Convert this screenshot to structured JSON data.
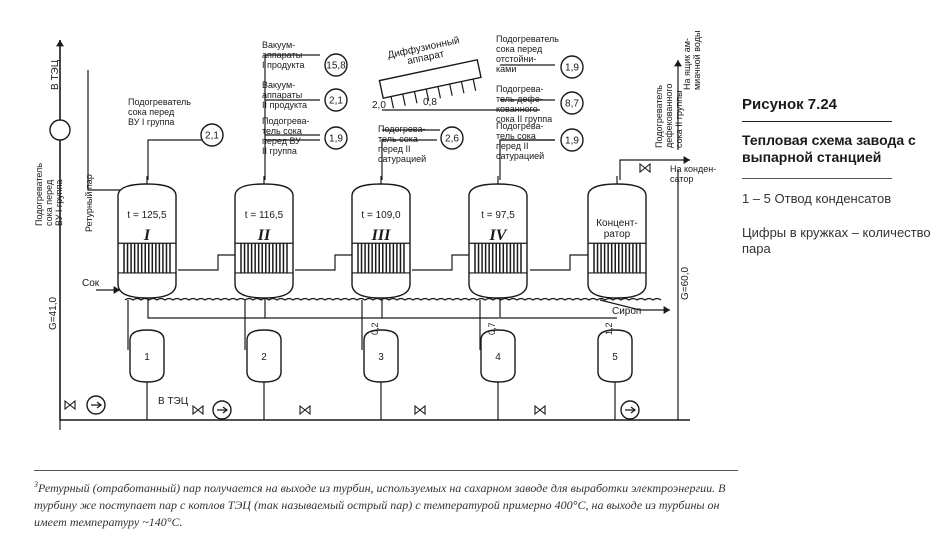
{
  "figure": {
    "label": "Рисунок 7.24",
    "title": "Тепловая схема завода с выпарной станцией",
    "notes": [
      "1 – 5 Отвод конденсатов",
      "Цифры в кружках – количество пара"
    ]
  },
  "evaporators": [
    {
      "roman": "I",
      "temp": "t = 125,5"
    },
    {
      "roman": "II",
      "temp": "t = 116,5"
    },
    {
      "roman": "III",
      "temp": "t = 109,0"
    },
    {
      "roman": "IV",
      "temp": "t = 97,5"
    }
  ],
  "concentrator": "Концент-\nратор",
  "condensate_collectors": [
    "1",
    "2",
    "3",
    "4",
    "5"
  ],
  "steam_values": {
    "vu1": "2,1",
    "vac1": "15,8",
    "vac2": "2,1",
    "vu2": "1,9",
    "sat2": "2,6",
    "settle": "1,9",
    "defec": "8,7",
    "sat2b": "1,9",
    "diff_a": "2,0",
    "diff_b": "0,8",
    "drop3": "0,2",
    "drop4": "0,7",
    "drop5": "1,2"
  },
  "labels": {
    "tec_top": "В ТЭЦ",
    "retour": "Ретурный пар",
    "heater_vu1_left": "Подогреватель\nсока перед\nВУ I группа",
    "heater_vu1": "Подогреватель\nсока перед\nВУ I группа",
    "vac1": "Вакуум-\nаппараты\nI продукта",
    "vac2": "Вакуум-\nаппараты\nII продукта",
    "heater_vu2": "Подогрева-\nтель сока\nперед ВУ\nII группа",
    "diffusion": "Диффузионный\nаппарат",
    "heater_sat2": "Подогрева-\nтель сока\nперед II\nсатурацией",
    "heater_settle": "Подогреватель\nсока перед\nотстойни-\nками",
    "heater_defec": "Подогрева-\nтель дефе-\nкованного\nсока II группа",
    "heater_sat2b": "Подогрева-\nтель сока\nперед II\nсатурацией",
    "heater_defec_top": "Подогреватель\nдефекованного\nсока II группы",
    "water_box": "На ящик ам-\nмиачной воды",
    "to_condenser": "На конден-\nсатор",
    "g_left": "G=41,0",
    "g_right": "G=60,0",
    "juice": "Сок",
    "syrup": "Сироп",
    "tec_bottom": "В ТЭЦ"
  },
  "footnote": {
    "mark": "3",
    "text": "Ретурный (отработанный) пар получается на выходе из турбин, используемых на сахарном заводе для выработки электроэнергии. В турбину же поступает пар с котлов ТЭЦ (так называемый острый пар) с температурой примерно 400°С, на выходе из турбины он имеет температуру ~140°С."
  }
}
